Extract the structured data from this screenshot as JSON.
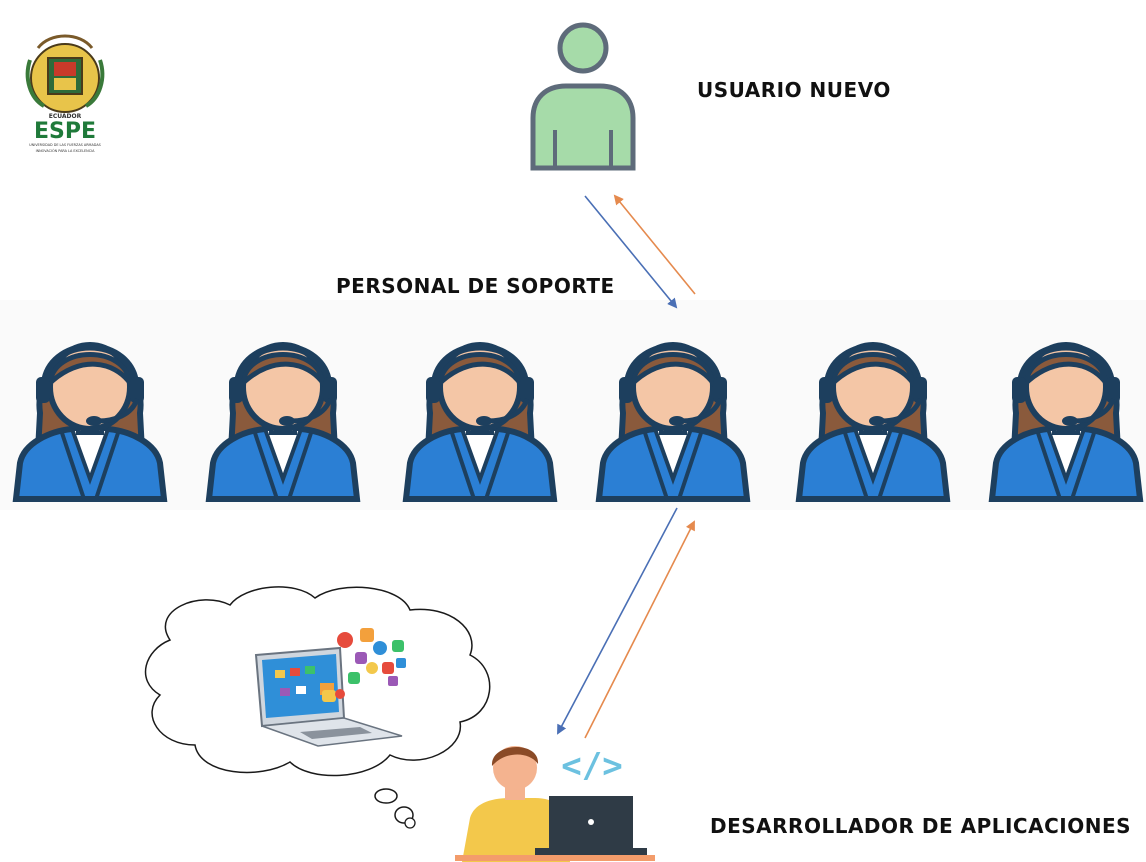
{
  "logo": {
    "country": "ECUADOR",
    "acronym": "ESPE",
    "university": "UNIVERSIDAD DE LAS FUERZAS ARMADAS",
    "motto": "INNOVACIÓN PARA LA EXCELENCIA"
  },
  "labels": {
    "new_user": "USUARIO NUEVO",
    "support_staff": "PERSONAL DE SOPORTE",
    "app_developer": "DESARROLLADOR DE APLICACIONES"
  },
  "support_agent_count": 6,
  "code_symbol": "</>",
  "colors": {
    "request_arrow": "#4a6fb5",
    "response_arrow": "#e58a4e",
    "user_icon": "#a6dba9",
    "user_outline": "#5e6b7a",
    "agent_hair": "#8a5a3c",
    "agent_outline": "#1d3f5e",
    "agent_skin": "#f4c6a6",
    "agent_suit": "#2b7fd4",
    "dev_shirt": "#f3c84b"
  }
}
